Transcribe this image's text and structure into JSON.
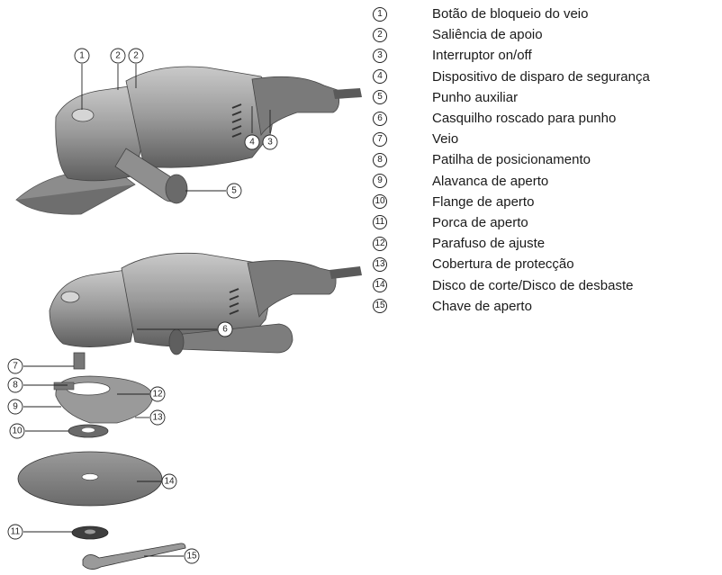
{
  "legend": [
    {
      "number": "1",
      "text": "Botão de bloqueio do veio"
    },
    {
      "number": "2",
      "text": "Saliência de apoio"
    },
    {
      "number": "3",
      "text": "Interruptor on/off"
    },
    {
      "number": "4",
      "text": "Dispositivo de disparo de segurança"
    },
    {
      "number": "5",
      "text": "Punho auxiliar"
    },
    {
      "number": "6",
      "text": "Casquilho roscado para punho"
    },
    {
      "number": "7",
      "text": "Veio"
    },
    {
      "number": "8",
      "text": "Patilha de posicionamento"
    },
    {
      "number": "9",
      "text": "Alavanca de aperto"
    },
    {
      "number": "10",
      "text": "Flange de aperto"
    },
    {
      "number": "11",
      "text": "Porca de aperto"
    },
    {
      "number": "12",
      "text": "Parafuso de ajuste"
    },
    {
      "number": "13",
      "text": "Cobertura de protecção"
    },
    {
      "number": "14",
      "text": "Disco de corte/Disco de desbaste"
    },
    {
      "number": "15",
      "text": "Chave de aperto"
    }
  ],
  "callouts": {
    "c1": "1",
    "c2a": "2",
    "c2b": "2",
    "c3": "3",
    "c4": "4",
    "c5": "5",
    "c6": "6",
    "c7": "7",
    "c8": "8",
    "c9": "9",
    "c10": "10",
    "c11": "11",
    "c12": "12",
    "c13": "13",
    "c14": "14",
    "c15": "15"
  },
  "colors": {
    "body_dark": "#4a4a4a",
    "body_mid": "#8a8a8a",
    "body_light": "#b8b8b8",
    "line": "#222222"
  }
}
